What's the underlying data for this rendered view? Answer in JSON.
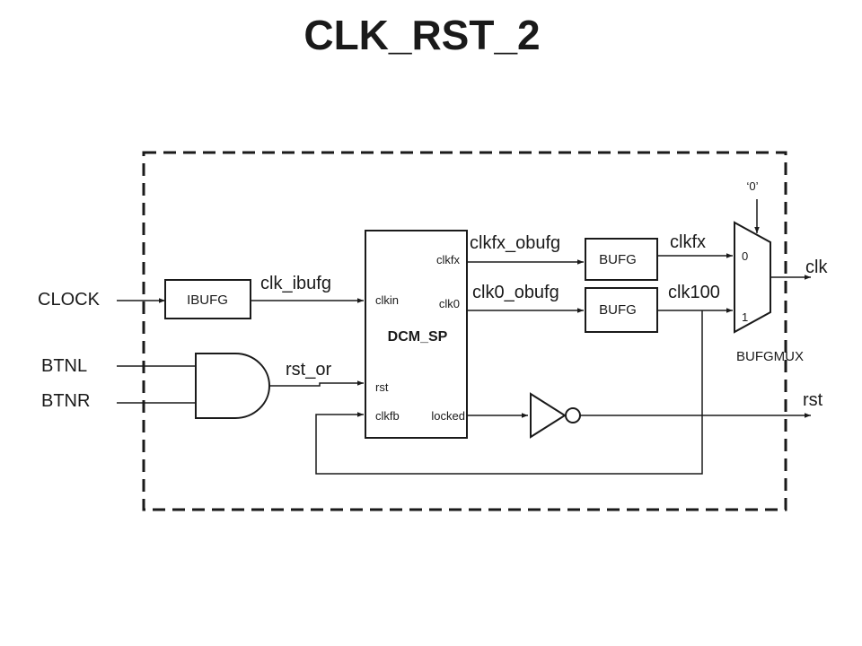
{
  "title": "CLK_RST_2",
  "inputs": {
    "clock": "CLOCK",
    "btnl": "BTNL",
    "btnr": "BTNR"
  },
  "outputs": {
    "clk": "clk",
    "rst": "rst"
  },
  "nets": {
    "clk_ibufg": "clk_ibufg",
    "rst_or": "rst_or",
    "clkfx_obufg": "clkfx_obufg",
    "clk0_obufg": "clk0_obufg",
    "clkfx": "clkfx",
    "clk100": "clk100"
  },
  "blocks": {
    "ibufg": "IBUFG",
    "dcm": {
      "name": "DCM_SP",
      "pins": {
        "clkfx": "clkfx",
        "clkin": "clkin",
        "clk0": "clk0",
        "rst": "rst",
        "clkfb": "clkfb",
        "locked": "locked"
      }
    },
    "bufg_top": "BUFG",
    "bufg_bottom": "BUFG",
    "bufgmux": {
      "name": "BUFGMUX",
      "in0": "0",
      "in1": "1",
      "select": "‘0’"
    }
  }
}
